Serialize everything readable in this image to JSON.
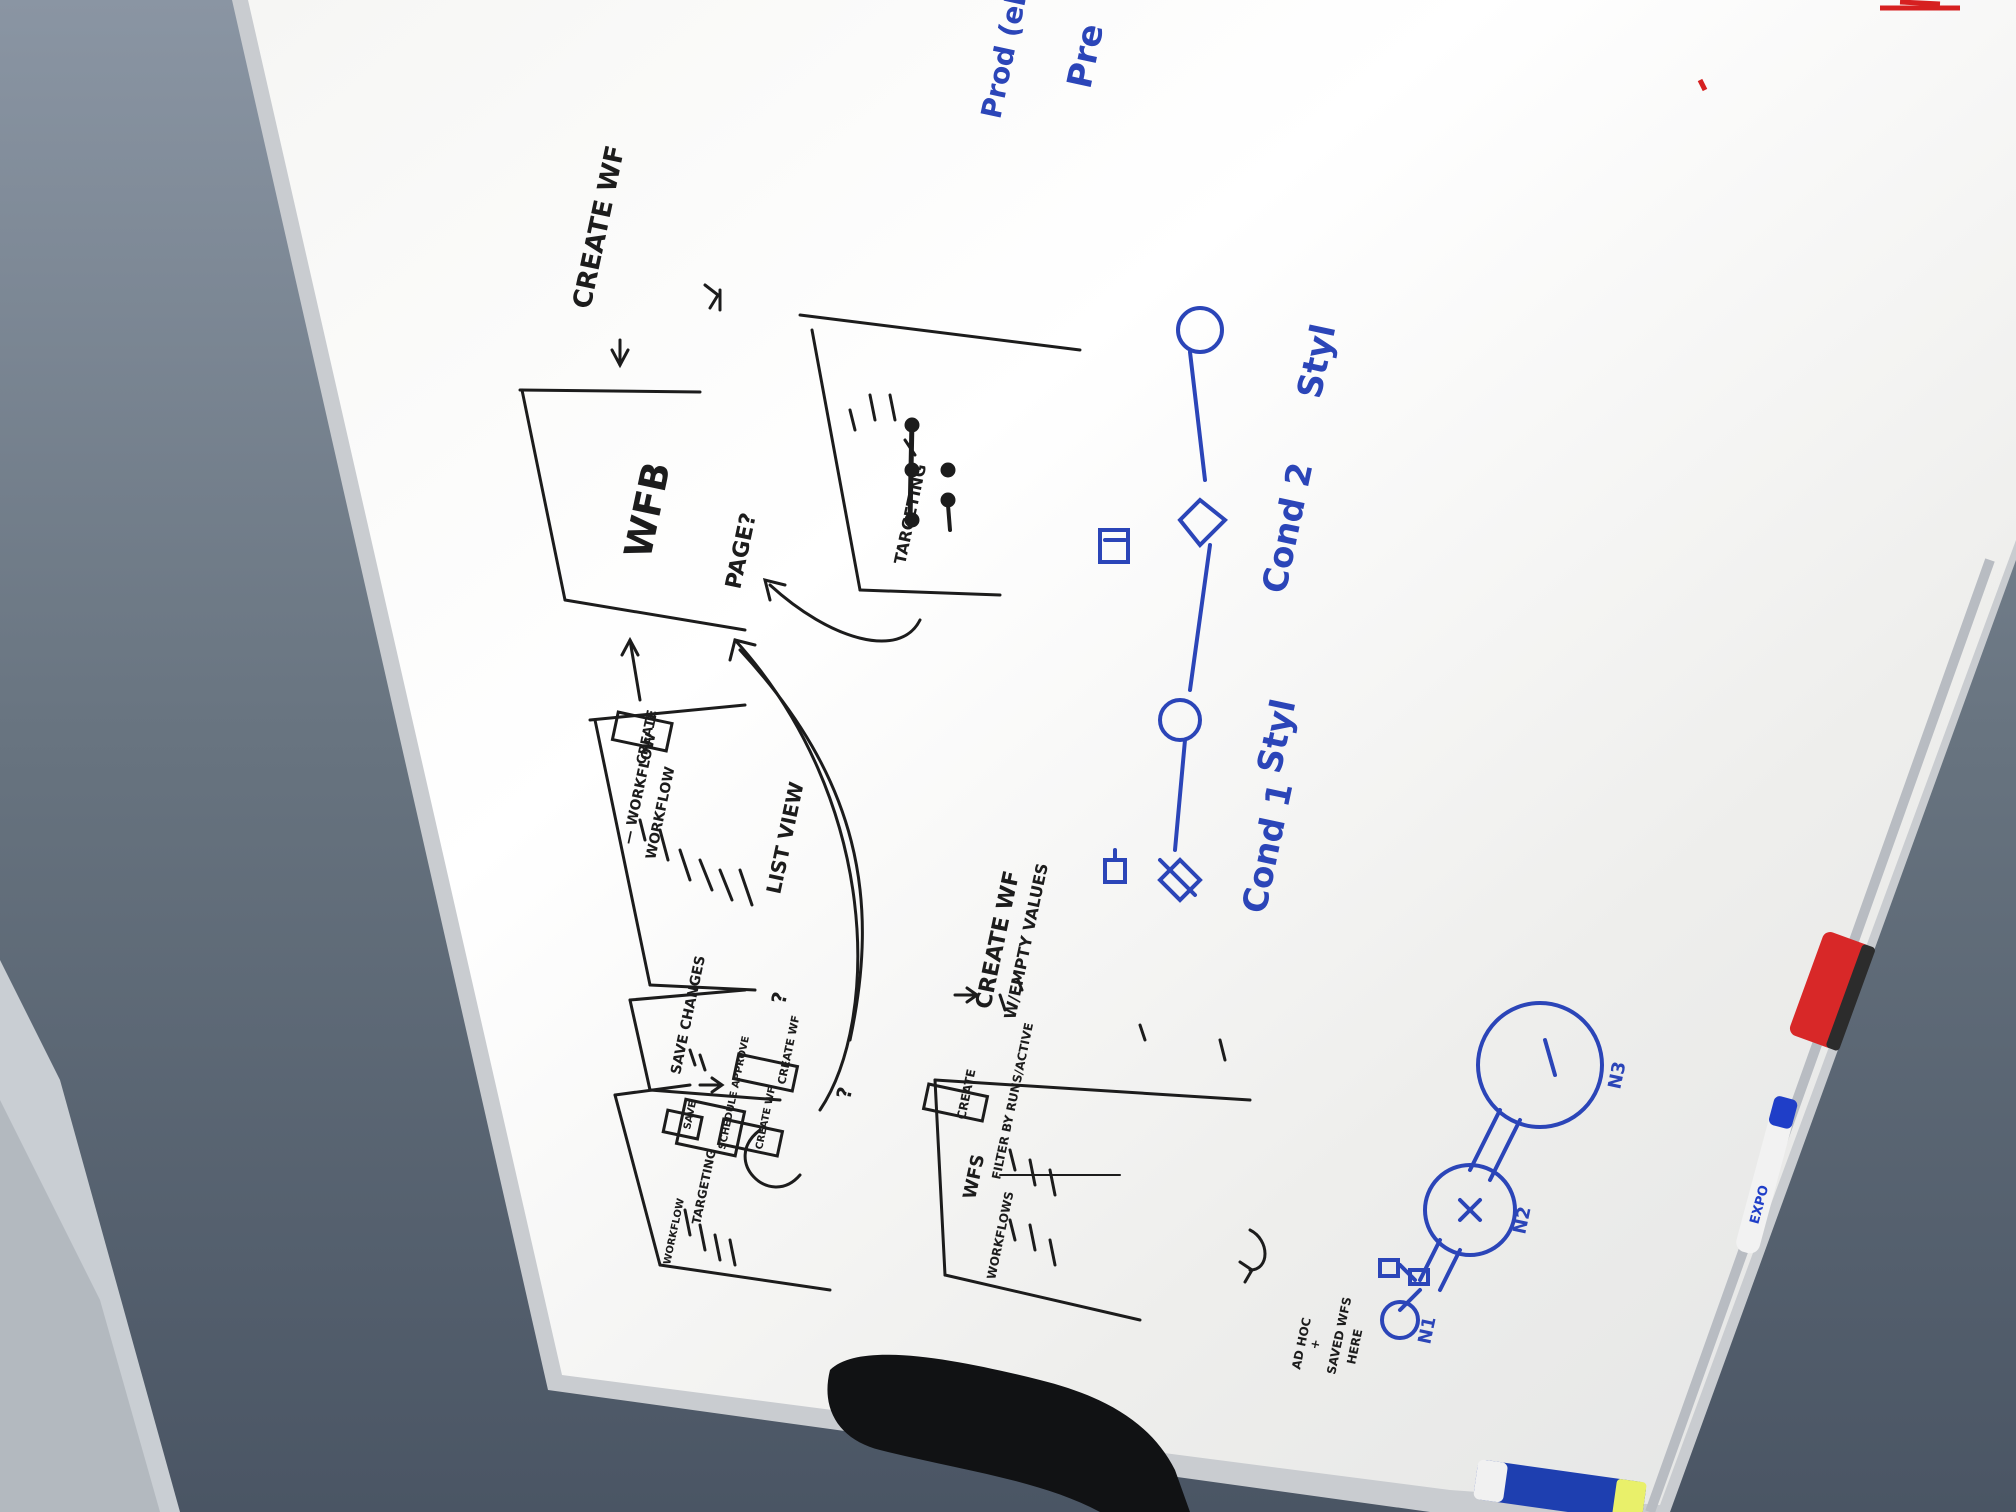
{
  "colors": {
    "wall_light": "#7e8a98",
    "wall_dark": "#4a5564",
    "board": "#f2f2ef",
    "frame": "#c9ccd0",
    "ink_black": "#1c1c1c",
    "ink_blue": "#2b45b8",
    "ink_red": "#d62020"
  },
  "board": {
    "top_right_blue_line1": "Prod (el)",
    "top_right_blue_line2": "Pre"
  },
  "sketches": {
    "create_wf_top": "CREATE WF",
    "wfb": "WFB",
    "page_question": "PAGE?",
    "workflow_label": "WORKFLOW",
    "workflow_header": "— WORKFLOW —",
    "create_button": "CREATE",
    "list_view": "LIST VIEW",
    "save_changes": "SAVE CHANGES",
    "create_wf_button": "CREATE WF",
    "targeting": "TARGETING",
    "targeting_panel": "TARGETING",
    "workflow_tab": "WORKFLOW",
    "save_small": "SAVE",
    "schedule_approve": "SCHEDULE APPROVE",
    "create_wf_small": "CREATE WF",
    "create_wf_empty_line1": "CREATE WF",
    "create_wf_empty_line2": "W/EMPTY VALUES",
    "wfs_label": "WFS",
    "create_small": "CREATE",
    "filter_label": "FILTER BY RUNS/ACTIVE",
    "workflows_tab": "WORKFLOWS",
    "note_line1": "AD HOC",
    "note_line2": "+",
    "note_line3": "SAVED WFS",
    "note_line4": "HERE",
    "question1": "?",
    "question2": "?"
  },
  "blue_diagram": {
    "labels": [
      "Cond 1",
      "Styl",
      "Cond 2",
      "Styl"
    ],
    "nodes": [
      "N1",
      "N2",
      "N3"
    ]
  },
  "marker_brand": "EXPO"
}
